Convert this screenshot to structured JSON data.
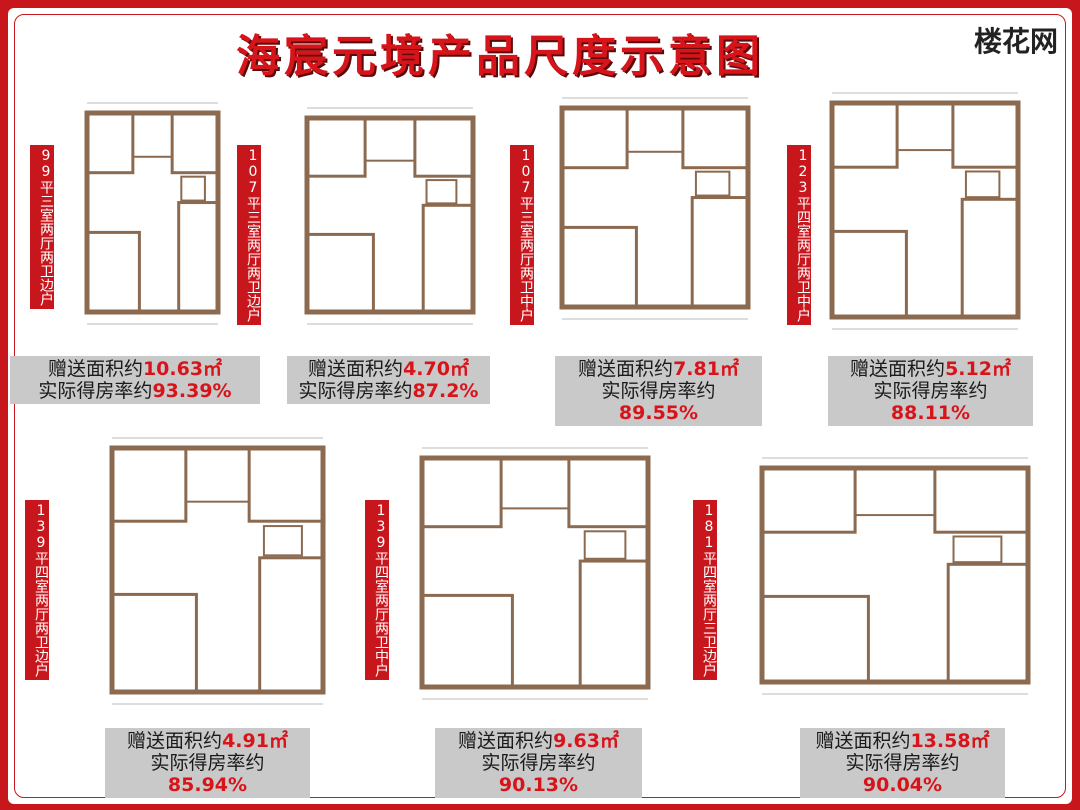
{
  "title": "海宸元境产品尺度示意图",
  "logo": "楼花网",
  "units": [
    {
      "label": "99平三室两厅两卫边户",
      "gift_label": "赠送面积约",
      "gift": "10.63㎡",
      "rate_label": "实际得房率约",
      "rate": "93.39%"
    },
    {
      "label": "107平三室两厅两卫边户",
      "gift_label": "赠送面积约",
      "gift": "4.70㎡",
      "rate_label": "实际得房率约",
      "rate": "87.2%"
    },
    {
      "label": "107平三室两厅两卫中户",
      "gift_label": "赠送面积约",
      "gift": "7.81㎡",
      "rate_label": "实际得房率约",
      "rate": "89.55%"
    },
    {
      "label": "123平四室两厅两卫中户",
      "gift_label": "赠送面积约",
      "gift": "5.12㎡",
      "rate_label": "实际得房率约",
      "rate": "88.11%"
    },
    {
      "label": "139平四室两厅两卫边户",
      "gift_label": "赠送面积约",
      "gift": "4.91㎡",
      "rate_label": "实际得房率约",
      "rate": "85.94%"
    },
    {
      "label": "139平四室两厅两卫中户",
      "gift_label": "赠送面积约",
      "gift": "9.63㎡",
      "rate_label": "实际得房率约",
      "rate": "90.13%"
    },
    {
      "label": "181平四室两厅三卫边户",
      "gift_label": "赠送面积约",
      "gift": "13.58㎡",
      "rate_label": "实际得房率约",
      "rate": "90.04%"
    }
  ],
  "colors": {
    "accent": "#c8161d",
    "wall": "#8b6a50",
    "info_bg": "#c9c9c9"
  }
}
